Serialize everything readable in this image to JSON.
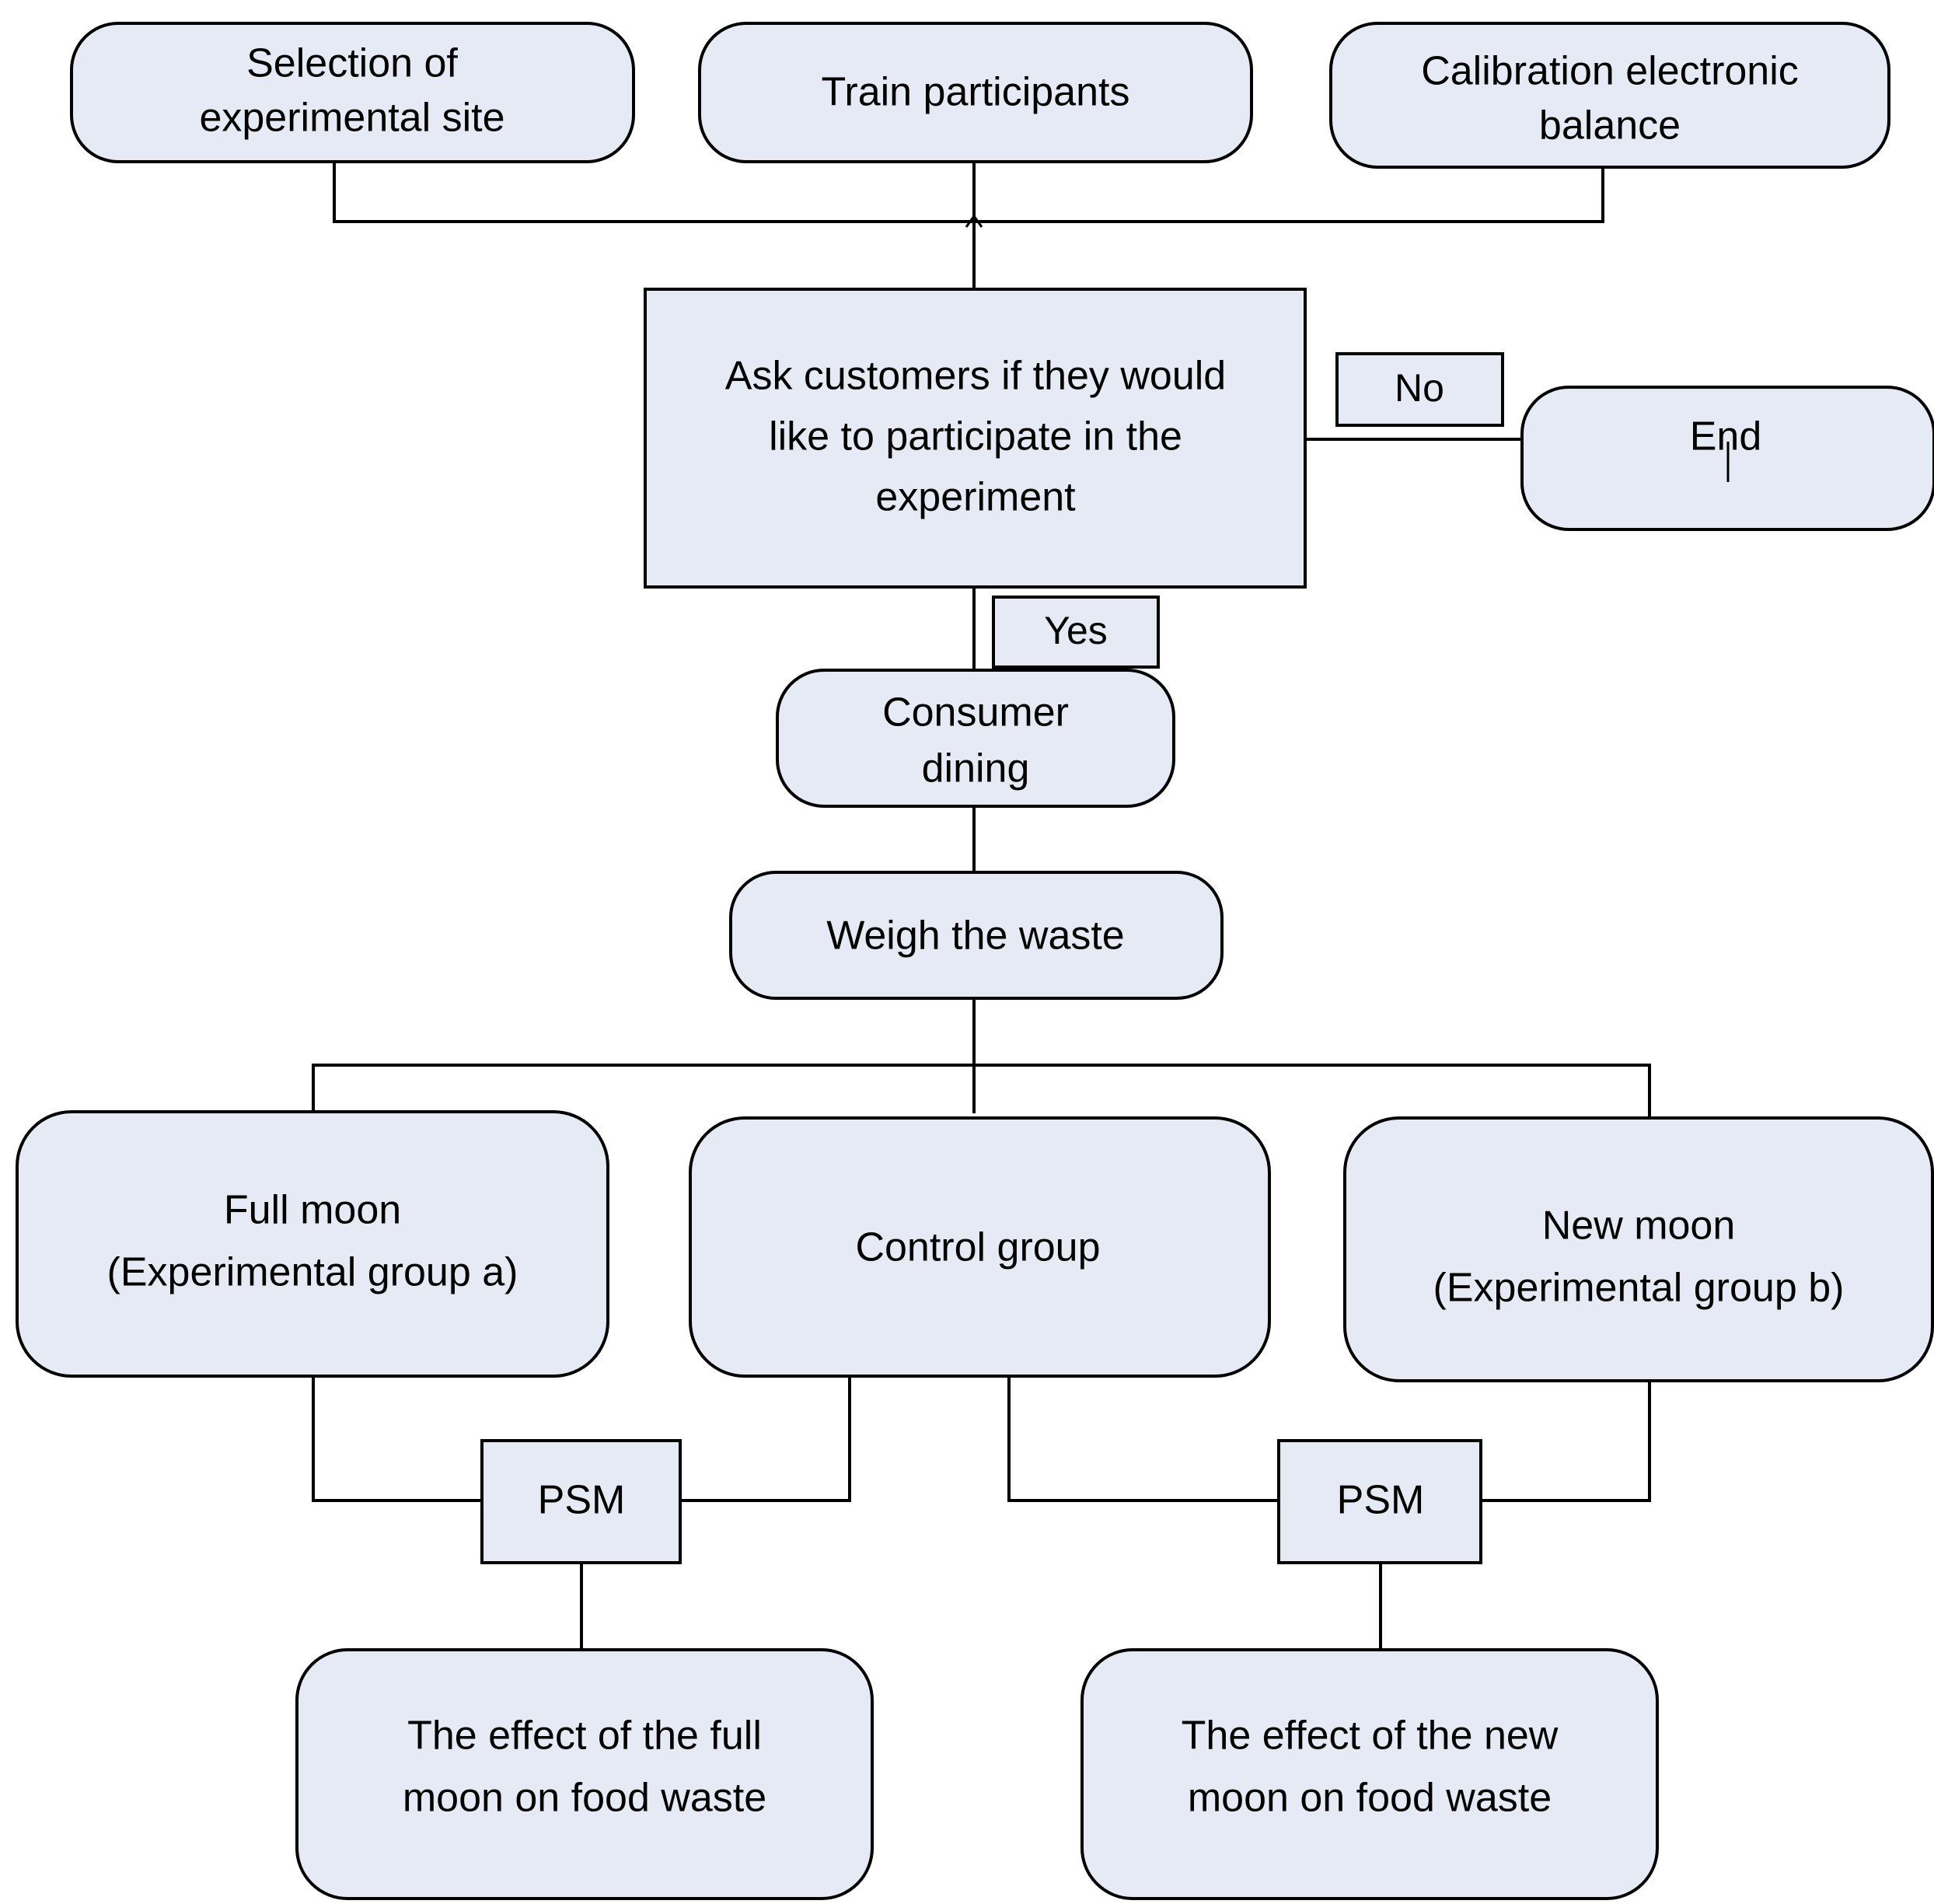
{
  "diagram": {
    "title": "Experimental procedure flowchart",
    "colors": {
      "node_fill": "#E5EAF5",
      "stroke": "#000000",
      "background": "#FFFFFF"
    },
    "nodes": {
      "selection_site": {
        "line1": "Selection of",
        "line2": "experimental site"
      },
      "train_participants": {
        "line1": "Train participants",
        "line2": ""
      },
      "calibration_balance": {
        "line1": "Calibration electronic",
        "line2": "balance"
      },
      "ask_customers": {
        "line1": "Ask customers if they would",
        "line2": "like to participate in the",
        "line3": "experiment"
      },
      "end": {
        "line1": "End"
      },
      "consumer_dining": {
        "line1": "Consumer",
        "line2": "dining"
      },
      "weigh_waste": {
        "line1": "Weigh the waste"
      },
      "full_moon": {
        "line1": "Full moon",
        "line2": "(Experimental group a)"
      },
      "control_group": {
        "line1": "Control group"
      },
      "new_moon": {
        "line1": "New moon",
        "line2": "(Experimental group b)"
      },
      "psm_left": {
        "line1": "PSM"
      },
      "psm_right": {
        "line1": "PSM"
      },
      "effect_full_moon": {
        "line1": "The effect of the full",
        "line2": "moon on food waste"
      },
      "effect_new_moon": {
        "line1": "The effect of the new",
        "line2": "moon on food waste"
      }
    },
    "edge_labels": {
      "no": "No",
      "yes": "Yes"
    }
  }
}
